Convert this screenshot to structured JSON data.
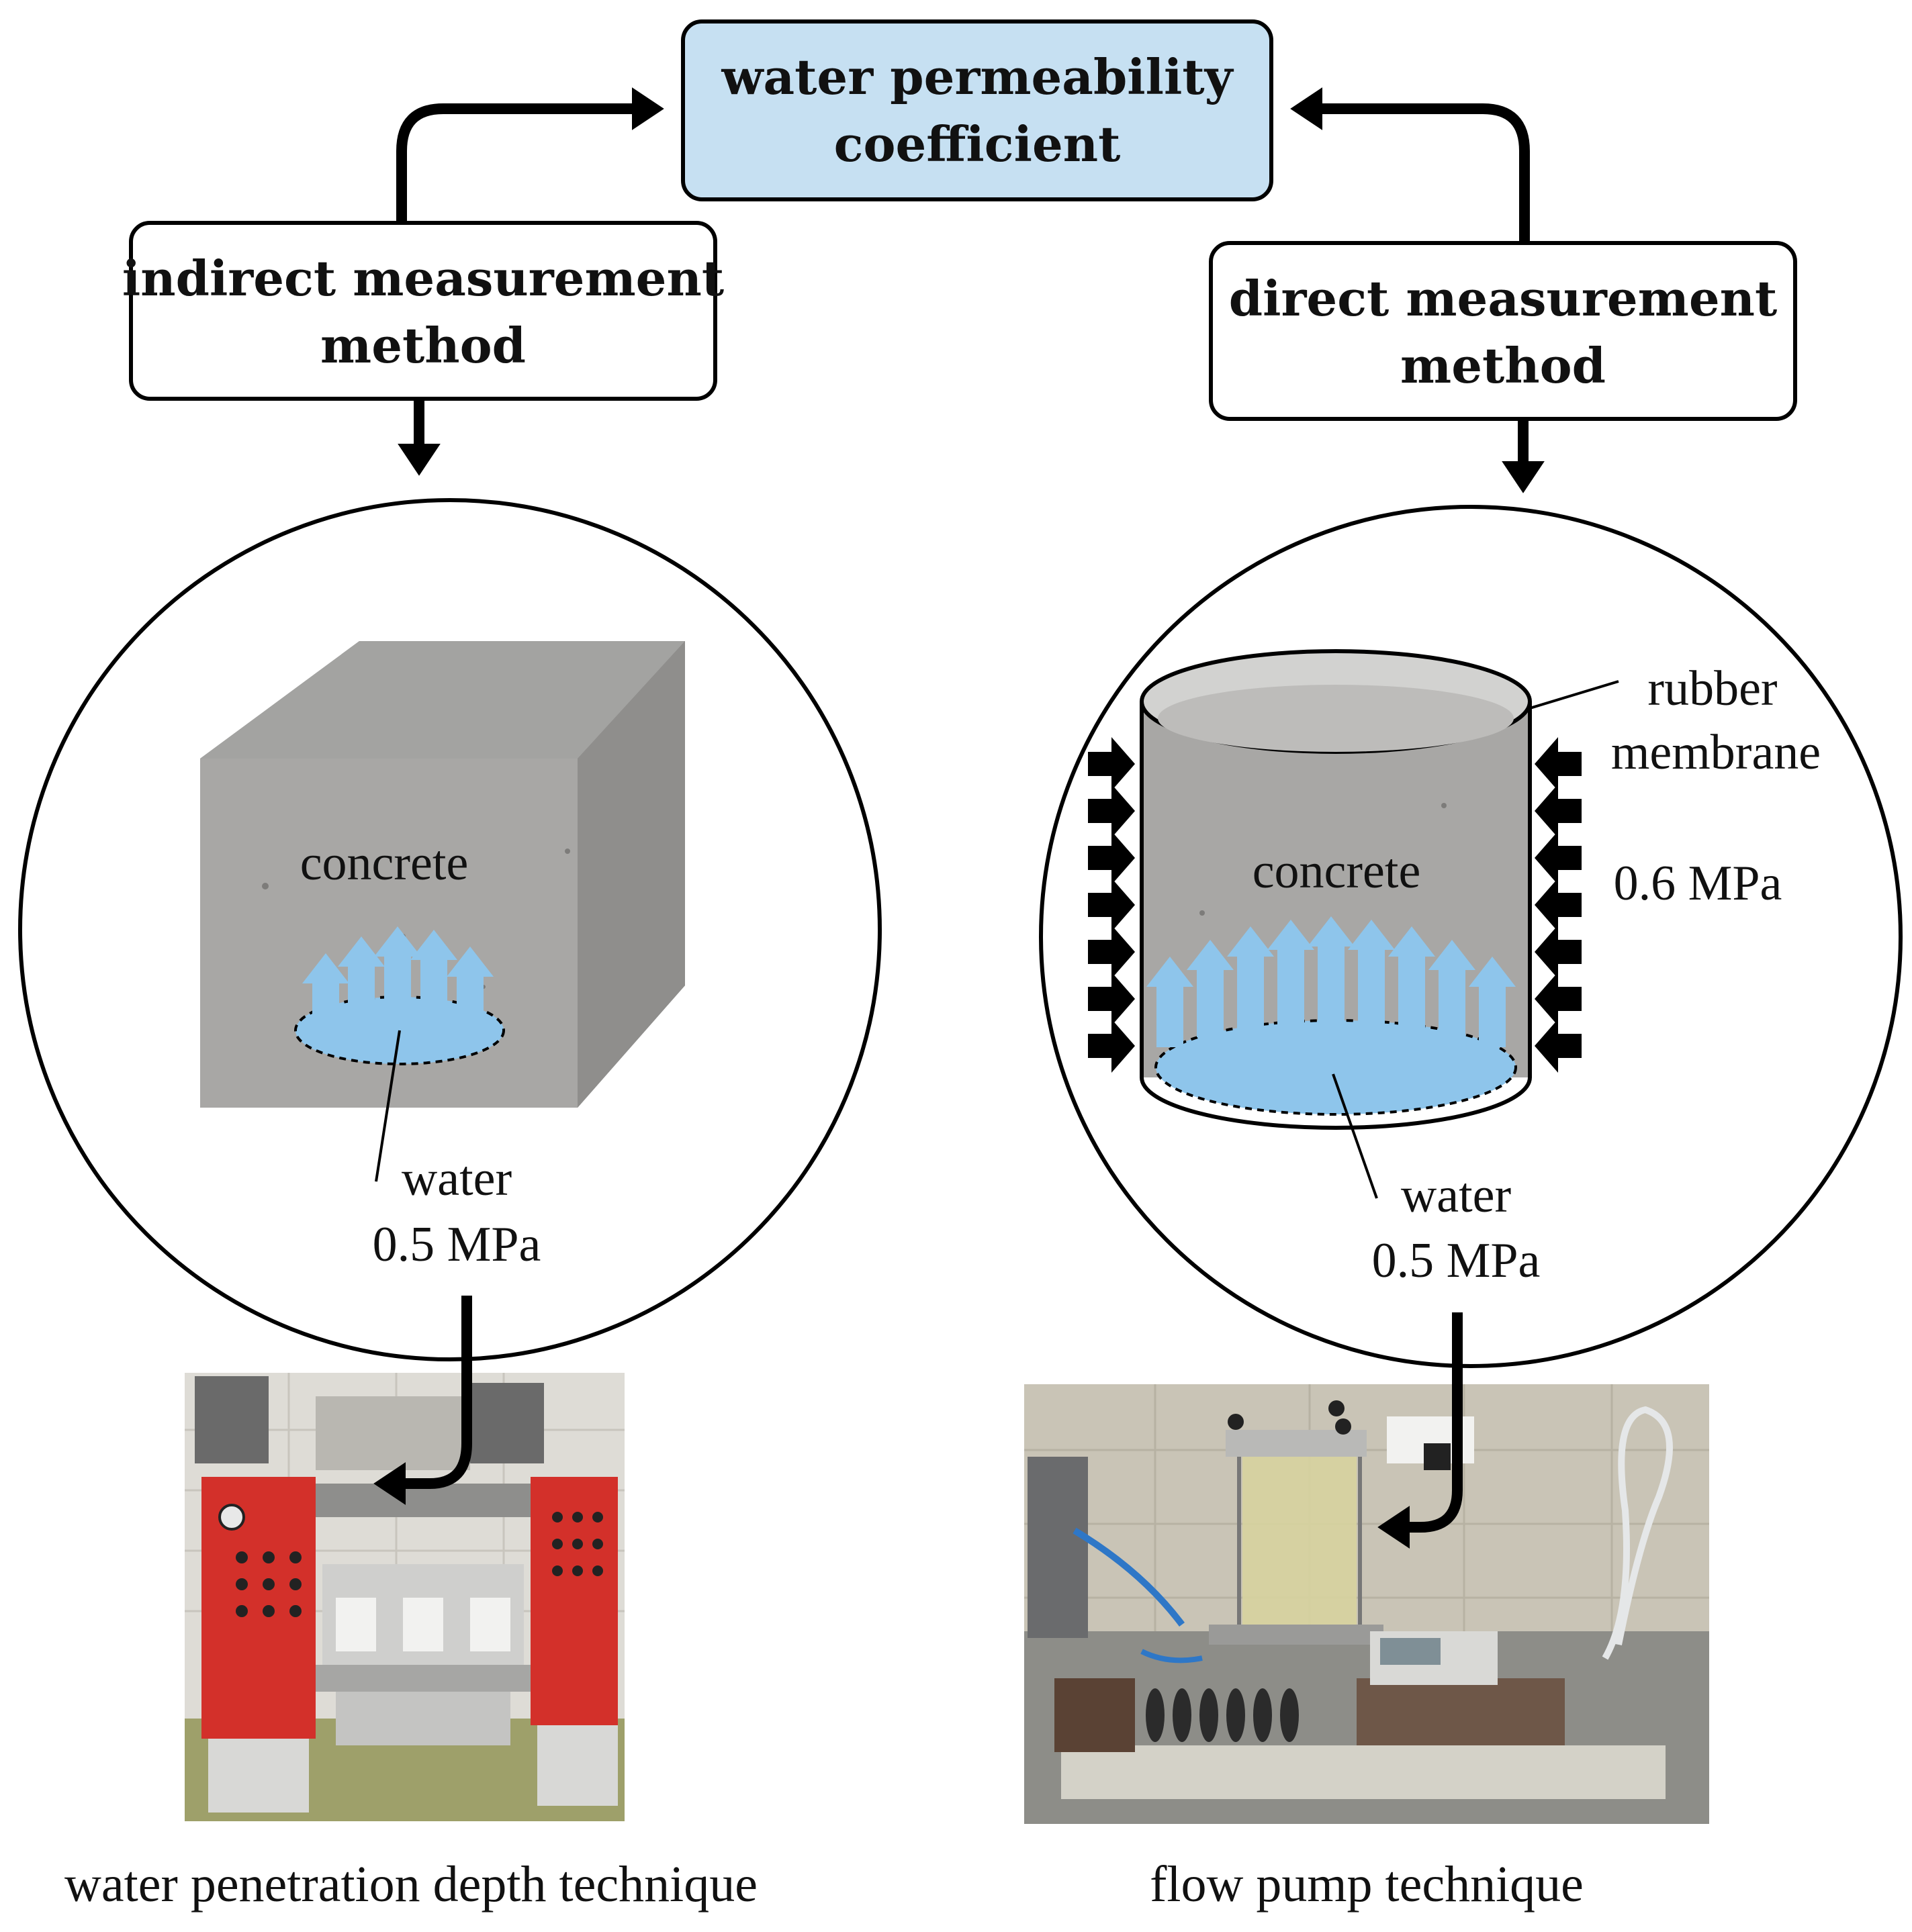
{
  "colors": {
    "title_box_fill": "#c6e0f2",
    "water_blue": "#8ec5eb",
    "concrete_front": "#a6a5a3",
    "concrete_top": "#a3a3a1",
    "concrete_side": "#929190",
    "line": "#000000",
    "apparatus_red": "#d3302a"
  },
  "title_box": {
    "line1": "water permeability",
    "line2": "coefficient"
  },
  "indirect_box": {
    "line1": "indirect measurement",
    "line2": "method"
  },
  "direct_box": {
    "line1": "direct measurement",
    "line2": "method"
  },
  "left_circle": {
    "specimen_label": "concrete",
    "water_label": "water",
    "pressure_label": "0.5 MPa"
  },
  "right_circle": {
    "specimen_label": "concrete",
    "membrane_label_line1": "rubber",
    "membrane_label_line2": "membrane",
    "confining_pressure_label": "0.6 MPa",
    "water_label": "water",
    "pressure_label": "0.5 MPa"
  },
  "captions": {
    "left": "water penetration depth technique",
    "right": "flow pump technique"
  }
}
